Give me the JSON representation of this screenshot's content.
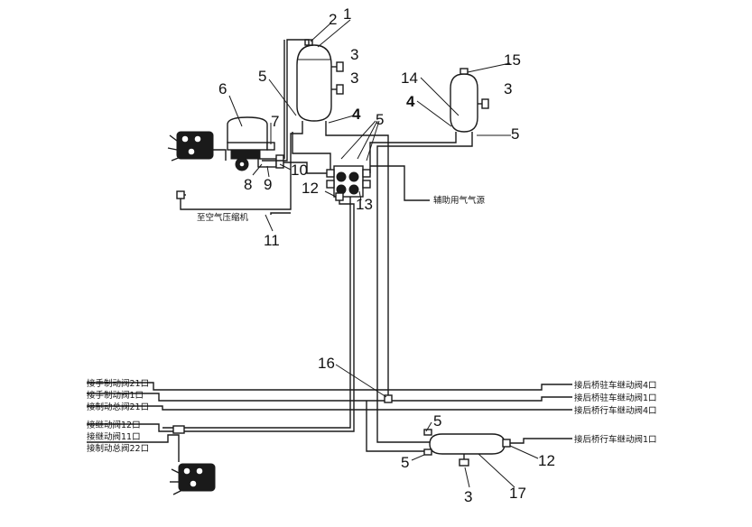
{
  "numbers": {
    "n1": "1",
    "n2": "2",
    "n3": "3",
    "n4": "4",
    "n5": "5",
    "n6": "6",
    "n7": "7",
    "n8": "8",
    "n9": "9",
    "n10": "10",
    "n11": "11",
    "n12": "12",
    "n13": "13",
    "n14": "14",
    "n15": "15",
    "n16": "16",
    "n17": "17"
  },
  "labels": {
    "to_compressor": "至空气压缩机",
    "aux_air_source": "辅助用气气源",
    "left": [
      "接手制动阀21口",
      "接手制动阀1口",
      "接制动总阀21口",
      "接继动阀12口",
      "接继动阀11口",
      "接制动总阀22口"
    ],
    "right": [
      "接后桥驻车继动阀4口",
      "接后桥驻车继动阀1口",
      "接后桥行车继动阀4口",
      "接后桥行车继动阀1口"
    ]
  },
  "colors": {
    "line": "#1a1a1a",
    "background": "#ffffff"
  }
}
